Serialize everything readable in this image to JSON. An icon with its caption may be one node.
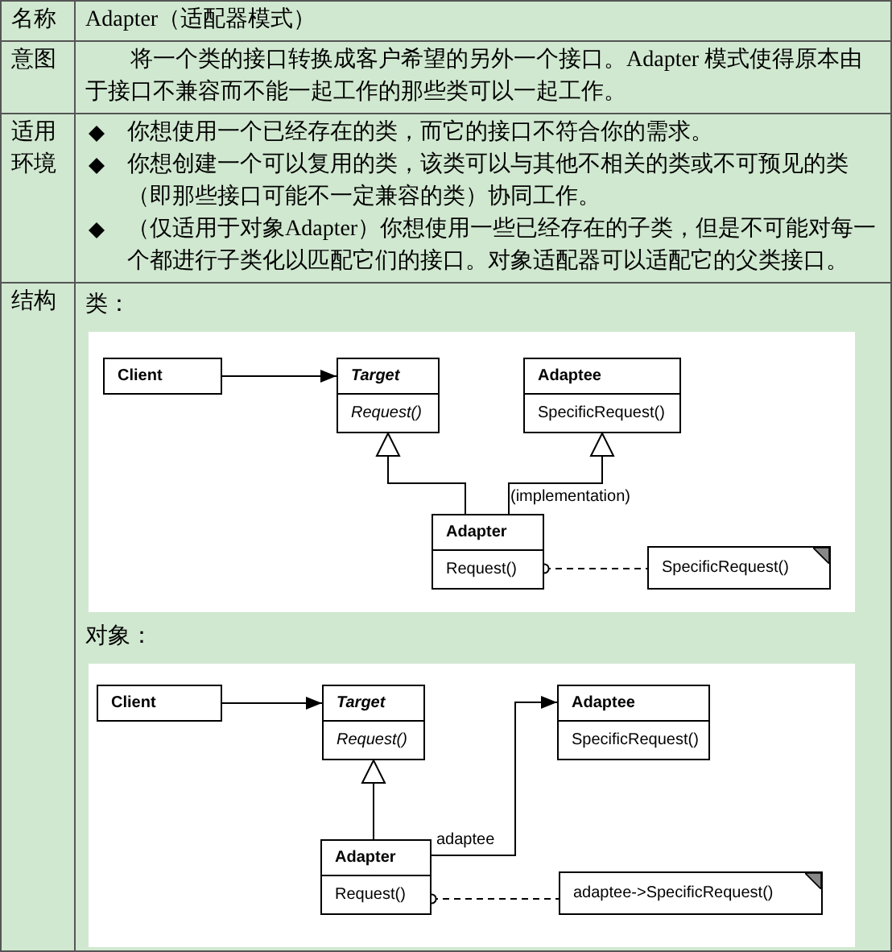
{
  "diagram": {
    "nodes": [
      {
        "text": [
          "Client"
        ]
      },
      {
        "text": [
          "Target",
          "Request()"
        ]
      },
      {
        "text": [
          "Adaptee",
          "SpecificRequest()"
        ]
      },
      {
        "text": [
          "Adapter",
          "Request()"
        ]
      },
      {
        "text": [
          "SpecificRequest()"
        ]
      },
      {
        "text": [
          "Client"
        ]
      },
      {
        "text": [
          "Target",
          "Request()"
        ]
      },
      {
        "text": [
          "Adaptee",
          "SpecificRequest()"
        ]
      },
      {
        "text": [
          "Adapter",
          "Request()"
        ]
      },
      {
        "text": [
          "adaptee->SpecificRequest()"
        ]
      }
    ],
    "edges": [
      {
        "from": 0,
        "to": 1,
        "arrow": "to"
      },
      {
        "from": 3,
        "to": 1,
        "arrow": "to"
      },
      {
        "from": 3,
        "to": 2,
        "arrow": "to",
        "label": "(implementation)"
      },
      {
        "from": 3,
        "to": 4,
        "arrow": "other",
        "style": "dashed"
      },
      {
        "from": 5,
        "to": 6,
        "arrow": "to"
      },
      {
        "from": 8,
        "to": 6,
        "arrow": "to"
      },
      {
        "from": 8,
        "to": 7,
        "arrow": "to",
        "label": "adaptee"
      },
      {
        "from": 8,
        "to": 9,
        "arrow": "other",
        "style": "dashed"
      }
    ],
    "labels": [
      "名称",
      "Adapter（适配器模式）",
      "意图",
      "将一个类的接口转换成客户希望的另外一个接口。Adapter 模式使得原本由于接口不兼容而不能一起工作的那些类可以一起工作。",
      "适用环境",
      "你想使用一个已经存在的类，而它的接口不符合你的需求。",
      "你想创建一个可以复用的类，该类可以与其他不相关的类或不可预见的类（即那些接口可能不一定兼容的类）协同工作。",
      "（仅适用于对象Adapter）你想使用一些已经存在的子类，但是不可能对每一个都进行子类化以匹配它们的接口。对象适配器可以适配它的父类接口。",
      "结构",
      "类：",
      "对象："
    ]
  }
}
